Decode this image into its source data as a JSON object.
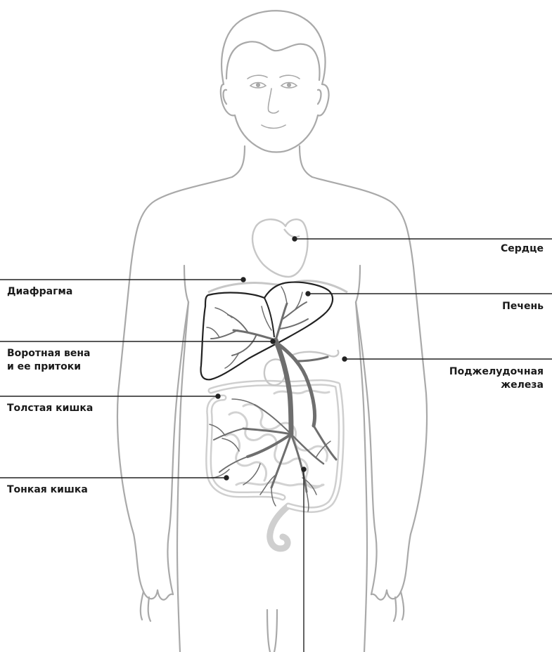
{
  "labels": {
    "heart": "Сердце",
    "diaphragm": "Диафрагма",
    "liver": "Печень",
    "portal_vein_line1": "Воротная вена",
    "portal_vein_line2": "и ее притоки",
    "pancreas_line1": "Поджелудочная",
    "pancreas_line2": "железа",
    "large_intestine": "Толстая кишка",
    "small_intestine": "Тонкая кишка"
  },
  "colors": {
    "outline": "#a9a9a9",
    "organs": "#c7c7c7",
    "liver_outline": "#222222",
    "vessels": "#6e6e6e",
    "leader_lines": "#222222",
    "text": "#1a1a1a"
  },
  "icons": [
    "human-body-outline",
    "heart-icon",
    "liver-icon",
    "portal-vein-tree",
    "intestines"
  ]
}
